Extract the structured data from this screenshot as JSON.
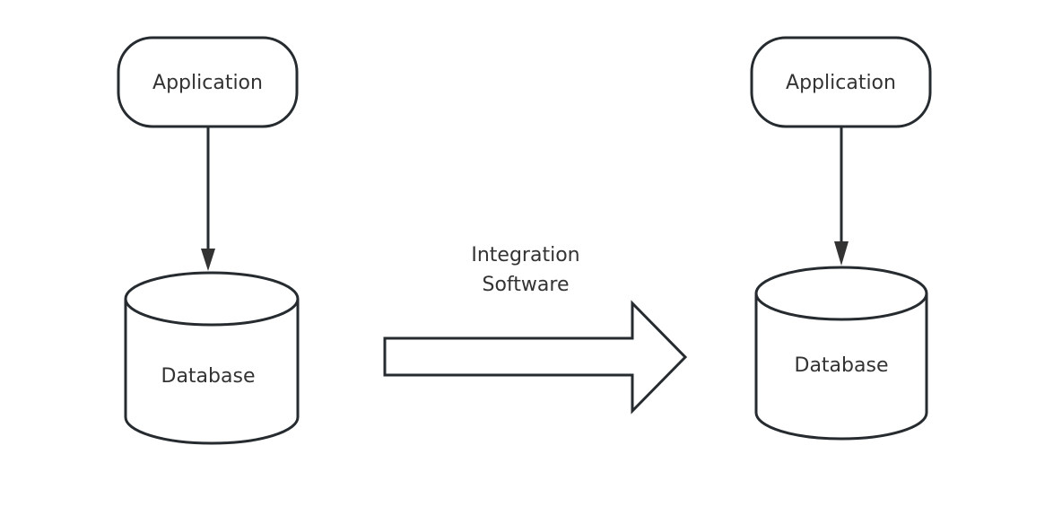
{
  "diagram": {
    "left": {
      "application": {
        "label": "Application"
      },
      "database": {
        "label": "Database"
      }
    },
    "right": {
      "application": {
        "label": "Application"
      },
      "database": {
        "label": "Database"
      }
    },
    "transition": {
      "label_line1": "Integration",
      "label_line2": "Software"
    },
    "colors": {
      "stroke": "#262b30",
      "text": "#333333",
      "background": "#ffffff"
    }
  }
}
